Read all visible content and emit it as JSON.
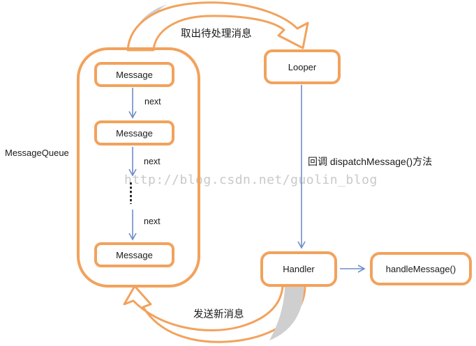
{
  "diagram": {
    "title_semantics": "Android message handling mechanism flow diagram",
    "queue_label": "MessageQueue",
    "messages": [
      "Message",
      "Message",
      "Message"
    ],
    "next_labels": [
      "next",
      "next",
      "next"
    ],
    "looper_label": "Looper",
    "handler_label": "Handler",
    "handle_message_label": "handleMessage()",
    "top_arrow_label": "取出待处理消息",
    "dispatch_label": "回调 dispatchMessage()方法",
    "send_label": "发送新消息",
    "watermark": "http://blog.csdn.net/guolin_blog",
    "colors": {
      "orange": "#F2A25C",
      "blue": "#6D8EC7",
      "gray_band": "#CFCFCF",
      "watermark": "#C9C9C9",
      "text": "#1A1A1A"
    }
  }
}
